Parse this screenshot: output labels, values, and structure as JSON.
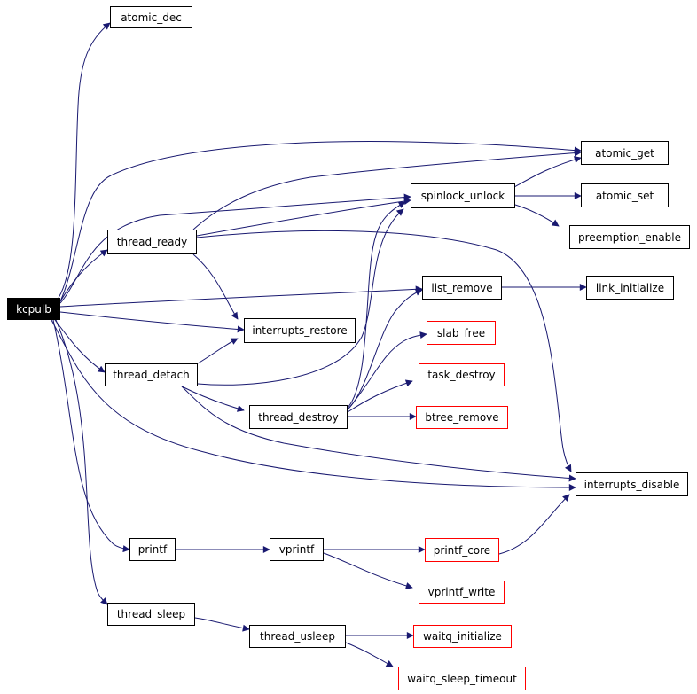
{
  "diagram": {
    "edge_color": "#191970",
    "external_color": "#ff0000",
    "root_fill": "#000000",
    "nodes": [
      {
        "id": "kcpulb",
        "label": "kcpulb",
        "kind": "root"
      },
      {
        "id": "atomic_dec",
        "label": "atomic_dec",
        "kind": "normal"
      },
      {
        "id": "atomic_get",
        "label": "atomic_get",
        "kind": "normal"
      },
      {
        "id": "thread_ready",
        "label": "thread_ready",
        "kind": "normal"
      },
      {
        "id": "spinlock_unlock",
        "label": "spinlock_unlock",
        "kind": "normal"
      },
      {
        "id": "atomic_set",
        "label": "atomic_set",
        "kind": "normal"
      },
      {
        "id": "preemption_enable",
        "label": "preemption_enable",
        "kind": "normal"
      },
      {
        "id": "list_remove",
        "label": "list_remove",
        "kind": "normal"
      },
      {
        "id": "link_initialize",
        "label": "link_initialize",
        "kind": "normal"
      },
      {
        "id": "interrupts_restore",
        "label": "interrupts_restore",
        "kind": "normal"
      },
      {
        "id": "slab_free",
        "label": "slab_free",
        "kind": "external"
      },
      {
        "id": "thread_detach",
        "label": "thread_detach",
        "kind": "normal"
      },
      {
        "id": "task_destroy",
        "label": "task_destroy",
        "kind": "external"
      },
      {
        "id": "thread_destroy",
        "label": "thread_destroy",
        "kind": "normal"
      },
      {
        "id": "btree_remove",
        "label": "btree_remove",
        "kind": "external"
      },
      {
        "id": "interrupts_disable",
        "label": "interrupts_disable",
        "kind": "normal"
      },
      {
        "id": "printf",
        "label": "printf",
        "kind": "normal"
      },
      {
        "id": "vprintf",
        "label": "vprintf",
        "kind": "normal"
      },
      {
        "id": "printf_core",
        "label": "printf_core",
        "kind": "external"
      },
      {
        "id": "vprintf_write",
        "label": "vprintf_write",
        "kind": "external"
      },
      {
        "id": "thread_sleep",
        "label": "thread_sleep",
        "kind": "normal"
      },
      {
        "id": "thread_usleep",
        "label": "thread_usleep",
        "kind": "normal"
      },
      {
        "id": "waitq_initialize",
        "label": "waitq_initialize",
        "kind": "external"
      },
      {
        "id": "waitq_sleep_timeout",
        "label": "waitq_sleep_timeout",
        "kind": "external"
      }
    ],
    "edges": [
      {
        "from": "kcpulb",
        "to": "atomic_dec"
      },
      {
        "from": "kcpulb",
        "to": "atomic_get"
      },
      {
        "from": "kcpulb",
        "to": "thread_ready"
      },
      {
        "from": "kcpulb",
        "to": "spinlock_unlock"
      },
      {
        "from": "kcpulb",
        "to": "list_remove"
      },
      {
        "from": "kcpulb",
        "to": "interrupts_restore"
      },
      {
        "from": "kcpulb",
        "to": "thread_detach"
      },
      {
        "from": "kcpulb",
        "to": "interrupts_disable"
      },
      {
        "from": "kcpulb",
        "to": "printf"
      },
      {
        "from": "kcpulb",
        "to": "thread_sleep"
      },
      {
        "from": "thread_ready",
        "to": "atomic_get"
      },
      {
        "from": "thread_ready",
        "to": "spinlock_unlock"
      },
      {
        "from": "thread_ready",
        "to": "interrupts_restore"
      },
      {
        "from": "thread_ready",
        "to": "interrupts_disable"
      },
      {
        "from": "spinlock_unlock",
        "to": "atomic_get"
      },
      {
        "from": "spinlock_unlock",
        "to": "atomic_set"
      },
      {
        "from": "spinlock_unlock",
        "to": "preemption_enable"
      },
      {
        "from": "list_remove",
        "to": "link_initialize"
      },
      {
        "from": "thread_detach",
        "to": "interrupts_restore"
      },
      {
        "from": "thread_detach",
        "to": "spinlock_unlock"
      },
      {
        "from": "thread_detach",
        "to": "thread_destroy"
      },
      {
        "from": "thread_detach",
        "to": "interrupts_disable"
      },
      {
        "from": "thread_destroy",
        "to": "spinlock_unlock"
      },
      {
        "from": "thread_destroy",
        "to": "list_remove"
      },
      {
        "from": "thread_destroy",
        "to": "slab_free"
      },
      {
        "from": "thread_destroy",
        "to": "task_destroy"
      },
      {
        "from": "thread_destroy",
        "to": "btree_remove"
      },
      {
        "from": "printf",
        "to": "vprintf"
      },
      {
        "from": "vprintf",
        "to": "printf_core"
      },
      {
        "from": "vprintf",
        "to": "vprintf_write"
      },
      {
        "from": "printf_core",
        "to": "interrupts_disable"
      },
      {
        "from": "thread_sleep",
        "to": "thread_usleep"
      },
      {
        "from": "thread_usleep",
        "to": "waitq_initialize"
      },
      {
        "from": "thread_usleep",
        "to": "waitq_sleep_timeout"
      }
    ]
  }
}
